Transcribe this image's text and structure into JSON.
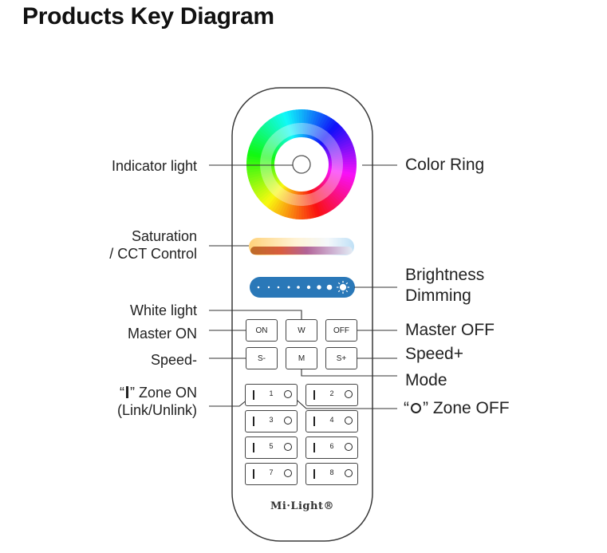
{
  "title": "Products Key Diagram",
  "labels": {
    "indicator_light": "Indicator light",
    "color_ring": "Color Ring",
    "saturation_line1": "Saturation",
    "saturation_line2": "/ CCT Control",
    "brightness_line1": "Brightness",
    "brightness_line2": "Dimming",
    "white_light": "White light",
    "master_on": "Master ON",
    "master_off": "Master OFF",
    "speed_minus": "Speed-",
    "speed_plus": "Speed+",
    "mode": "Mode",
    "zone_on_prefix": "“",
    "zone_on_suffix": "” Zone ON",
    "zone_on_line2": "(Link/Unlink)",
    "zone_off_prefix": "“",
    "zone_off_suffix": "” Zone OFF"
  },
  "buttons": {
    "on": "ON",
    "w": "W",
    "off": "OFF",
    "s_minus": "S-",
    "m": "M",
    "s_plus": "S+"
  },
  "zones": [
    "1",
    "2",
    "3",
    "4",
    "5",
    "6",
    "7",
    "8"
  ],
  "brand": "Mi·Light®",
  "colors": {
    "remote_outline": "#3a3a3a",
    "brightness_bar": "#2a78b8",
    "leader_line": "#333333"
  }
}
